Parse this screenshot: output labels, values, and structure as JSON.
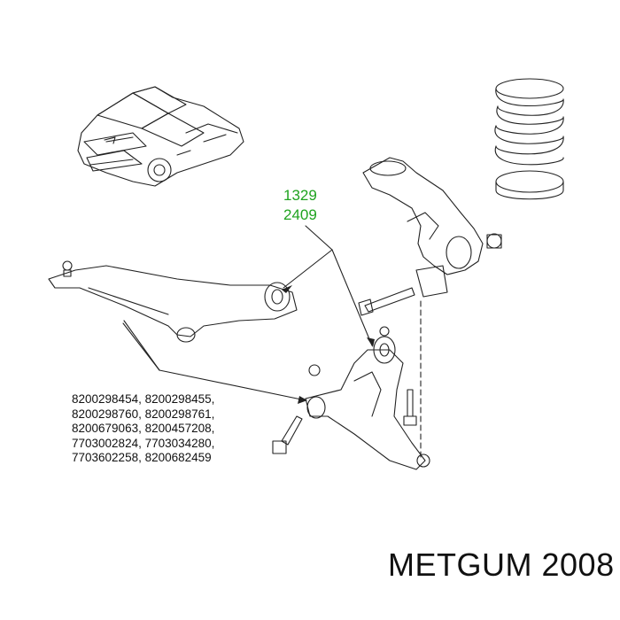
{
  "callouts": [
    "1329",
    "2409"
  ],
  "part_numbers": [
    "8200298454, 8200298455,",
    "8200298760, 8200298761,",
    "8200679063, 8200457208,",
    "7703002824, 7703034280,",
    "7703602258, 8200682459"
  ],
  "brand": "METGUM",
  "part_code": "2008",
  "colors": {
    "callout": "#1fa31f",
    "line": "#222222",
    "text": "#111111"
  }
}
